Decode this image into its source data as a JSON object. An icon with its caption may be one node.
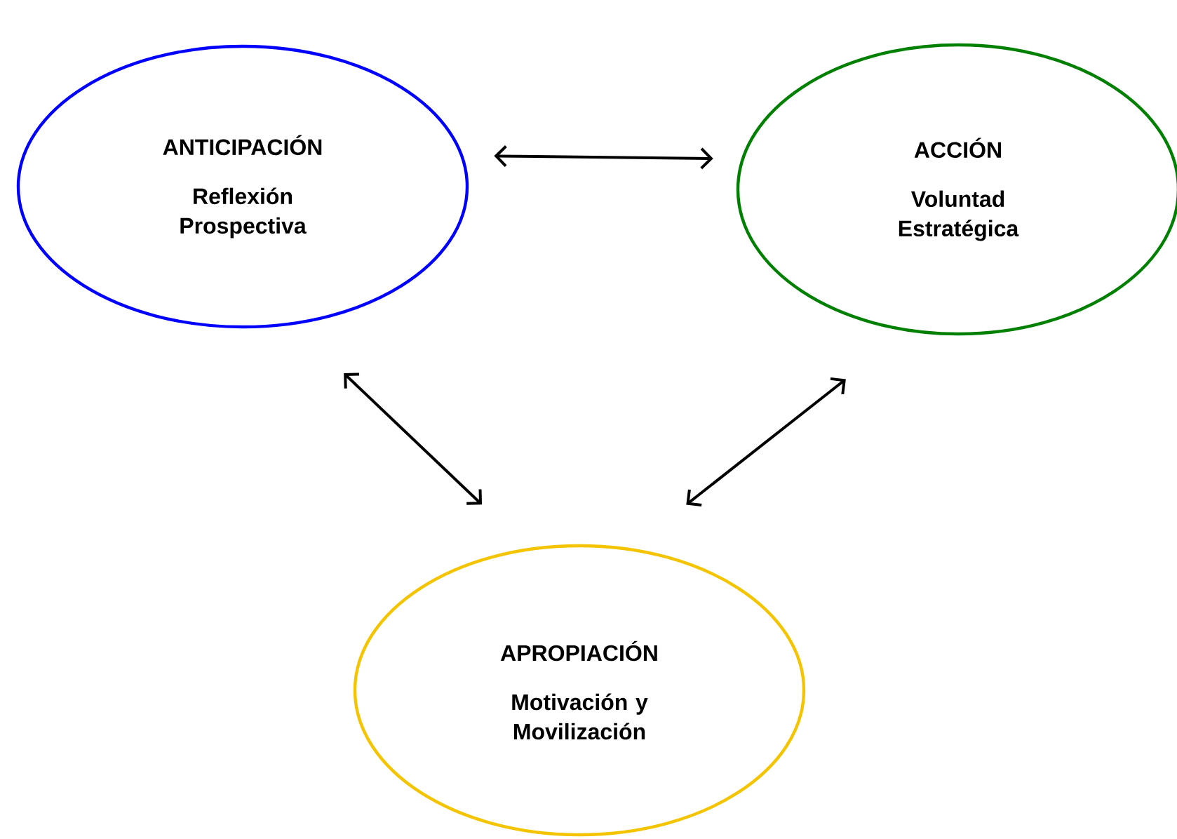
{
  "diagram": {
    "nodes": [
      {
        "text": [
          "ANTICIPACIÓN",
          "Reflexión Prospectiva"
        ]
      },
      {
        "text": [
          "ACCIÓN",
          "Voluntad Estratégica"
        ]
      },
      {
        "text": [
          "APROPIACIÓN",
          "Motivación y Movilización"
        ]
      }
    ],
    "edges": [
      {
        "from": 0,
        "to": 1,
        "arrow": "both"
      },
      {
        "from": 0,
        "to": 2,
        "arrow": "both"
      },
      {
        "from": 1,
        "to": 2,
        "arrow": "both"
      }
    ]
  }
}
